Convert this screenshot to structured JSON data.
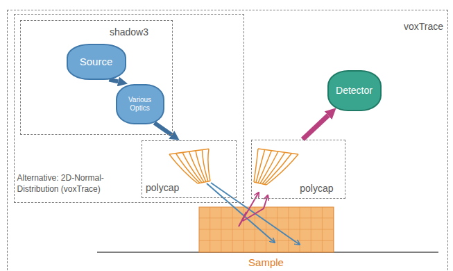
{
  "diagram": {
    "nodes": [
      {
        "text": [
          "voxTrace"
        ]
      },
      {
        "text": [
          "Alternative: 2D-Normal-Distribution (voxTrace)"
        ],
        "in": 0
      },
      {
        "text": [
          "shadow3"
        ],
        "in": 1
      },
      {
        "text": [
          "Source"
        ],
        "in": 2
      },
      {
        "text": [
          "Various Optics"
        ],
        "in": 2
      },
      {
        "text": [
          "polycap"
        ],
        "in": 1
      },
      {
        "text": [
          "polycap"
        ],
        "in": 0
      },
      {
        "text": [
          "Detector"
        ],
        "in": 0
      },
      {
        "text": [
          "Sample"
        ],
        "in": 0
      }
    ],
    "edges": [
      {
        "from": 3,
        "to": 4,
        "arrow": "to"
      },
      {
        "from": 4,
        "to": 5,
        "arrow": "to"
      },
      {
        "from": 6,
        "to": 7,
        "arrow": "to"
      }
    ]
  }
}
